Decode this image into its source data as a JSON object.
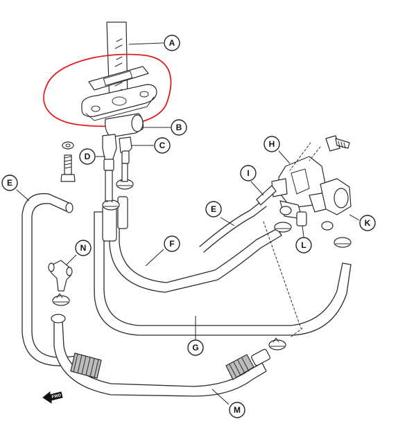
{
  "callouts": {
    "A": "A",
    "B": "B",
    "C": "C",
    "D": "D",
    "E_left": "E",
    "E_mid": "E",
    "F": "F",
    "G": "G",
    "H": "H",
    "I": "I",
    "K": "K",
    "L": "L",
    "M": "M",
    "N": "N"
  },
  "fwd_label": "FWD",
  "colors": {
    "line": "#2a2a2a",
    "highlight": "#e0191c",
    "background": "#ffffff"
  },
  "icons": {
    "direction": "fwd-arrow-icon"
  }
}
